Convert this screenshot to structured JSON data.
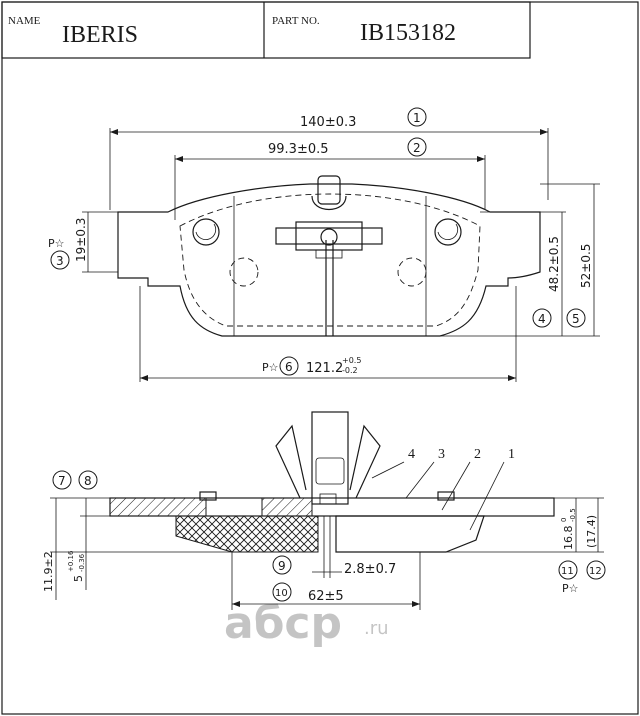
{
  "header": {
    "name_label": "NAME",
    "name_value": "IBERIS",
    "part_label": "PART NO.",
    "part_value": "IB153182"
  },
  "dimensions": {
    "width_total": "140±0.3",
    "width_inner": "99.3±0.5",
    "height_left": "19±0.3",
    "height_mid": "48.2±0.5",
    "height_total": "52±0.5",
    "bottom_width": "121.2",
    "bottom_tol_plus": "+0.5",
    "bottom_tol_minus": "-0.2",
    "thickness_total": "11.9±2",
    "backing": "5",
    "backing_tol_plus": "+0.16",
    "backing_tol_minus": "-0.36",
    "friction": "16.8",
    "friction_tol_plus": "0",
    "friction_tol_minus": "-0.5",
    "friction_ref": "(17.4)",
    "slot_width": "2.8±0.7",
    "slot_pos": "62±5"
  },
  "callouts": {
    "c1": "1",
    "c2": "2",
    "c3": "3",
    "c4": "4",
    "c5": "5",
    "c6": "6",
    "c7": "7",
    "c8": "8",
    "c9": "9",
    "c10": "10",
    "c11": "11",
    "c12": "12",
    "p_star": "P☆",
    "p_star_bottom": "P☆"
  },
  "leaders": {
    "l4": "4",
    "l3": "3",
    "l2": "2",
    "l1": "1"
  },
  "watermark": {
    "text": "aбcp",
    "suffix": ".ru"
  }
}
